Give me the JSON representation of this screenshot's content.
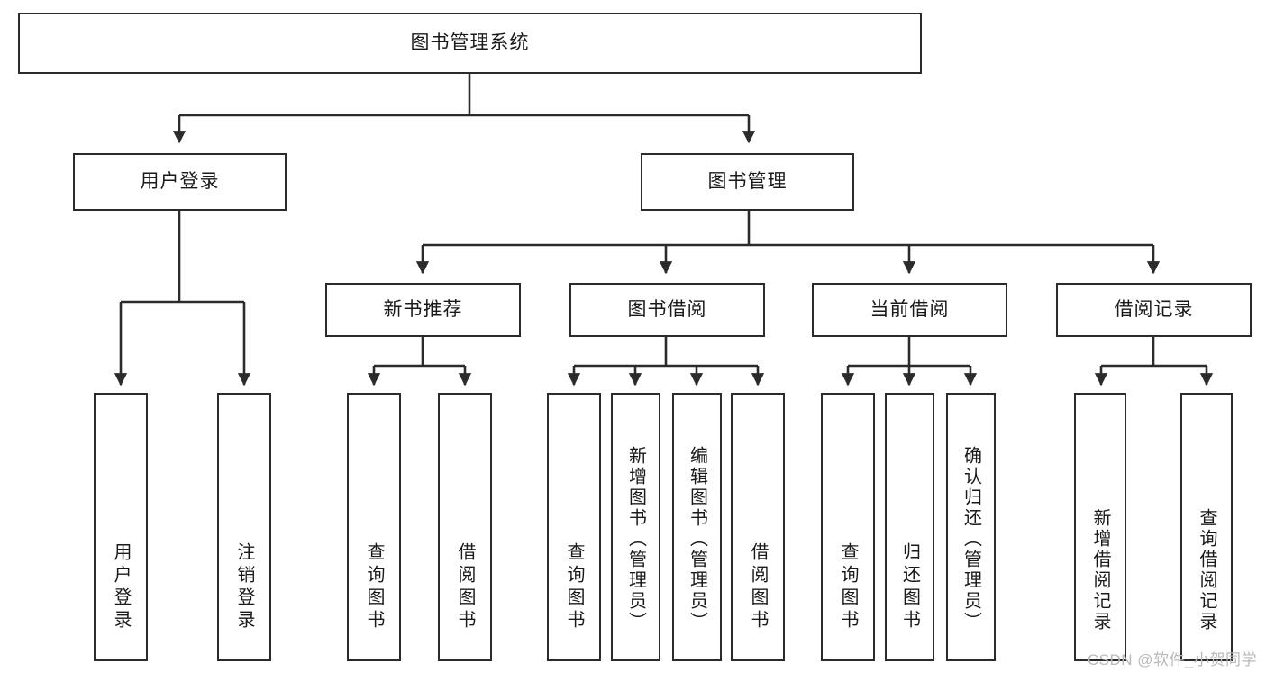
{
  "diagram": {
    "title": "图书管理系统",
    "type": "hierarchy-tree",
    "watermark": "CSDN @软件_小贺同学",
    "colors": {
      "box_border": "#2b2b2b",
      "box_fill": "#ffffff",
      "edge": "#2b2b2b",
      "text": "#1a1a1a",
      "watermark": "#b9b9b9",
      "background": "#ffffff"
    },
    "nodes": {
      "root": {
        "label": "图书管理系统"
      },
      "level2": [
        {
          "id": "user-login",
          "label": "用户登录"
        },
        {
          "id": "book-manage",
          "label": "图书管理"
        }
      ],
      "level3": [
        {
          "id": "new-book-recommend",
          "label": "新书推荐"
        },
        {
          "id": "book-borrow",
          "label": "图书借阅"
        },
        {
          "id": "current-borrow",
          "label": "当前借阅"
        },
        {
          "id": "borrow-record",
          "label": "借阅记录"
        }
      ],
      "leaves": {
        "user-login": [
          {
            "id": "leaf-user-login",
            "label": "用户登录"
          },
          {
            "id": "leaf-logout",
            "label": "注销登录"
          }
        ],
        "new-book-recommend": [
          {
            "id": "leaf-query-book-1",
            "label": "查询图书"
          },
          {
            "id": "leaf-borrow-book-1",
            "label": "借阅图书"
          }
        ],
        "book-borrow": [
          {
            "id": "leaf-query-book-2",
            "label": "查询图书"
          },
          {
            "id": "leaf-add-book",
            "label": "新增图书（管理员）"
          },
          {
            "id": "leaf-edit-book",
            "label": "编辑图书（管理员）"
          },
          {
            "id": "leaf-borrow-book-2",
            "label": "借阅图书"
          }
        ],
        "current-borrow": [
          {
            "id": "leaf-query-book-3",
            "label": "查询图书"
          },
          {
            "id": "leaf-return-book",
            "label": "归还图书"
          },
          {
            "id": "leaf-confirm-return",
            "label": "确认归还（管理员）"
          }
        ],
        "borrow-record": [
          {
            "id": "leaf-add-record",
            "label": "新增借阅记录"
          },
          {
            "id": "leaf-query-record",
            "label": "查询借阅记录"
          }
        ]
      }
    }
  }
}
